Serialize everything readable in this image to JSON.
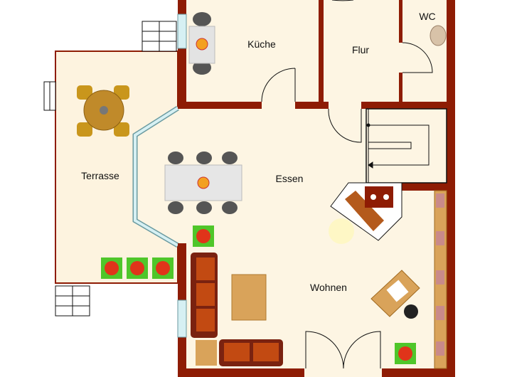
{
  "rooms": {
    "kitchen": "Küche",
    "hallway": "Flur",
    "wc": "WC",
    "terrace": "Terrasse",
    "dining": "Essen",
    "living": "Wohnen"
  },
  "colors": {
    "wall": "#8e1c04",
    "floor": "#fdf5e3",
    "window": "#bfe3e8",
    "wood": "#d9a35a",
    "sofa": "#7a2210",
    "plant": "#4fc62a"
  }
}
